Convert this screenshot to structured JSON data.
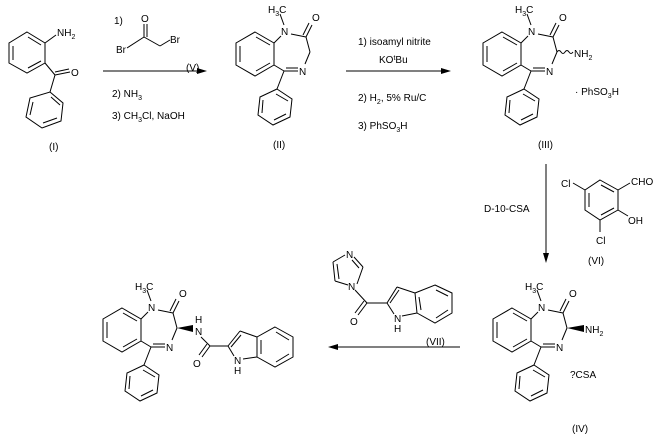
{
  "compounds": {
    "I": {
      "label": "(I)",
      "nh2": [
        "NH",
        "2"
      ],
      "o": "O"
    },
    "II": {
      "label": "(II)",
      "h3c": [
        "H",
        "3",
        "C"
      ],
      "n1": "N",
      "n4": "N",
      "o": "O"
    },
    "III": {
      "label": "(III)",
      "h3c": [
        "H",
        "3",
        "C"
      ],
      "n1": "N",
      "n4": "N",
      "o": "O",
      "nh2": [
        "NH",
        "2"
      ],
      "salt": [
        "· PhSO",
        "3",
        "H"
      ]
    },
    "IV": {
      "label": "(IV)",
      "h3c": [
        "H",
        "3",
        "C"
      ],
      "n1": "N",
      "n4": "N",
      "o": "O",
      "nh2": [
        "NH",
        "2"
      ],
      "salt": "?CSA"
    },
    "V": {
      "label": "(V)",
      "br1": "Br",
      "br2": "Br",
      "o": "O"
    },
    "VI": {
      "label": "(VI)",
      "cl1": "Cl",
      "cl2": "Cl",
      "cho": "CHO",
      "oh": "OH"
    },
    "VII": {
      "label": "(VII)",
      "n_im1": "N",
      "n_im3": "N",
      "o": "O",
      "nh_n": "N",
      "nh_h": "H"
    },
    "product": {
      "h3c": [
        "H",
        "3",
        "C"
      ],
      "n1": "N",
      "n4": "N",
      "o": "O",
      "nh_n": "N",
      "nh_h": "H",
      "amide_o": "O",
      "ind_n": "N",
      "ind_h": "H"
    }
  },
  "steps": {
    "step1": {
      "r1": "1)",
      "r2": [
        "2) NH",
        "3"
      ],
      "r3": [
        "3) CH",
        "3",
        "Cl, NaOH"
      ]
    },
    "step2": {
      "r1": "1) isoamyl nitrite",
      "r1b": [
        "KO",
        "t",
        "Bu"
      ],
      "r2": [
        "2) H",
        "2",
        ", 5% Ru/C"
      ],
      "r3": [
        "3) PhSO",
        "3",
        "H"
      ]
    },
    "step3": {
      "reagent": "D-10-CSA"
    }
  }
}
